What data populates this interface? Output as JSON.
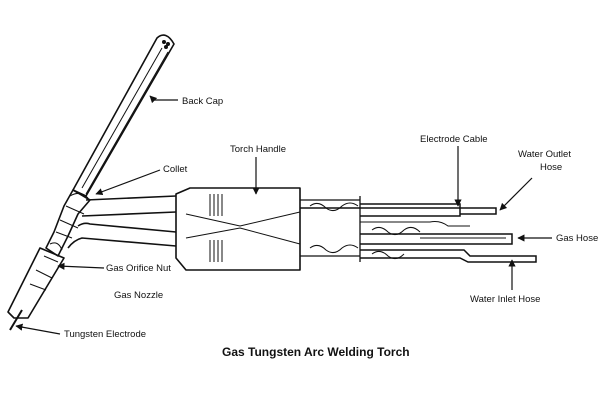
{
  "diagram": {
    "title": "Gas Tungsten Arc Welding Torch",
    "labels": {
      "back_cap": "Back Cap",
      "torch_handle": "Torch Handle",
      "electrode_cable": "Electrode Cable",
      "water_outlet_hose_line1": "Water Outlet",
      "water_outlet_hose_line2": "Hose",
      "collet": "Collet",
      "gas_hose": "Gas Hose",
      "gas_orifice_nut": "Gas Orifice Nut",
      "gas_nozzle": "Gas Nozzle",
      "water_inlet_hose": "Water Inlet Hose",
      "tungsten_electrode": "Tungsten Electrode"
    },
    "colors": {
      "line": "#111111",
      "background": "#ffffff"
    }
  }
}
